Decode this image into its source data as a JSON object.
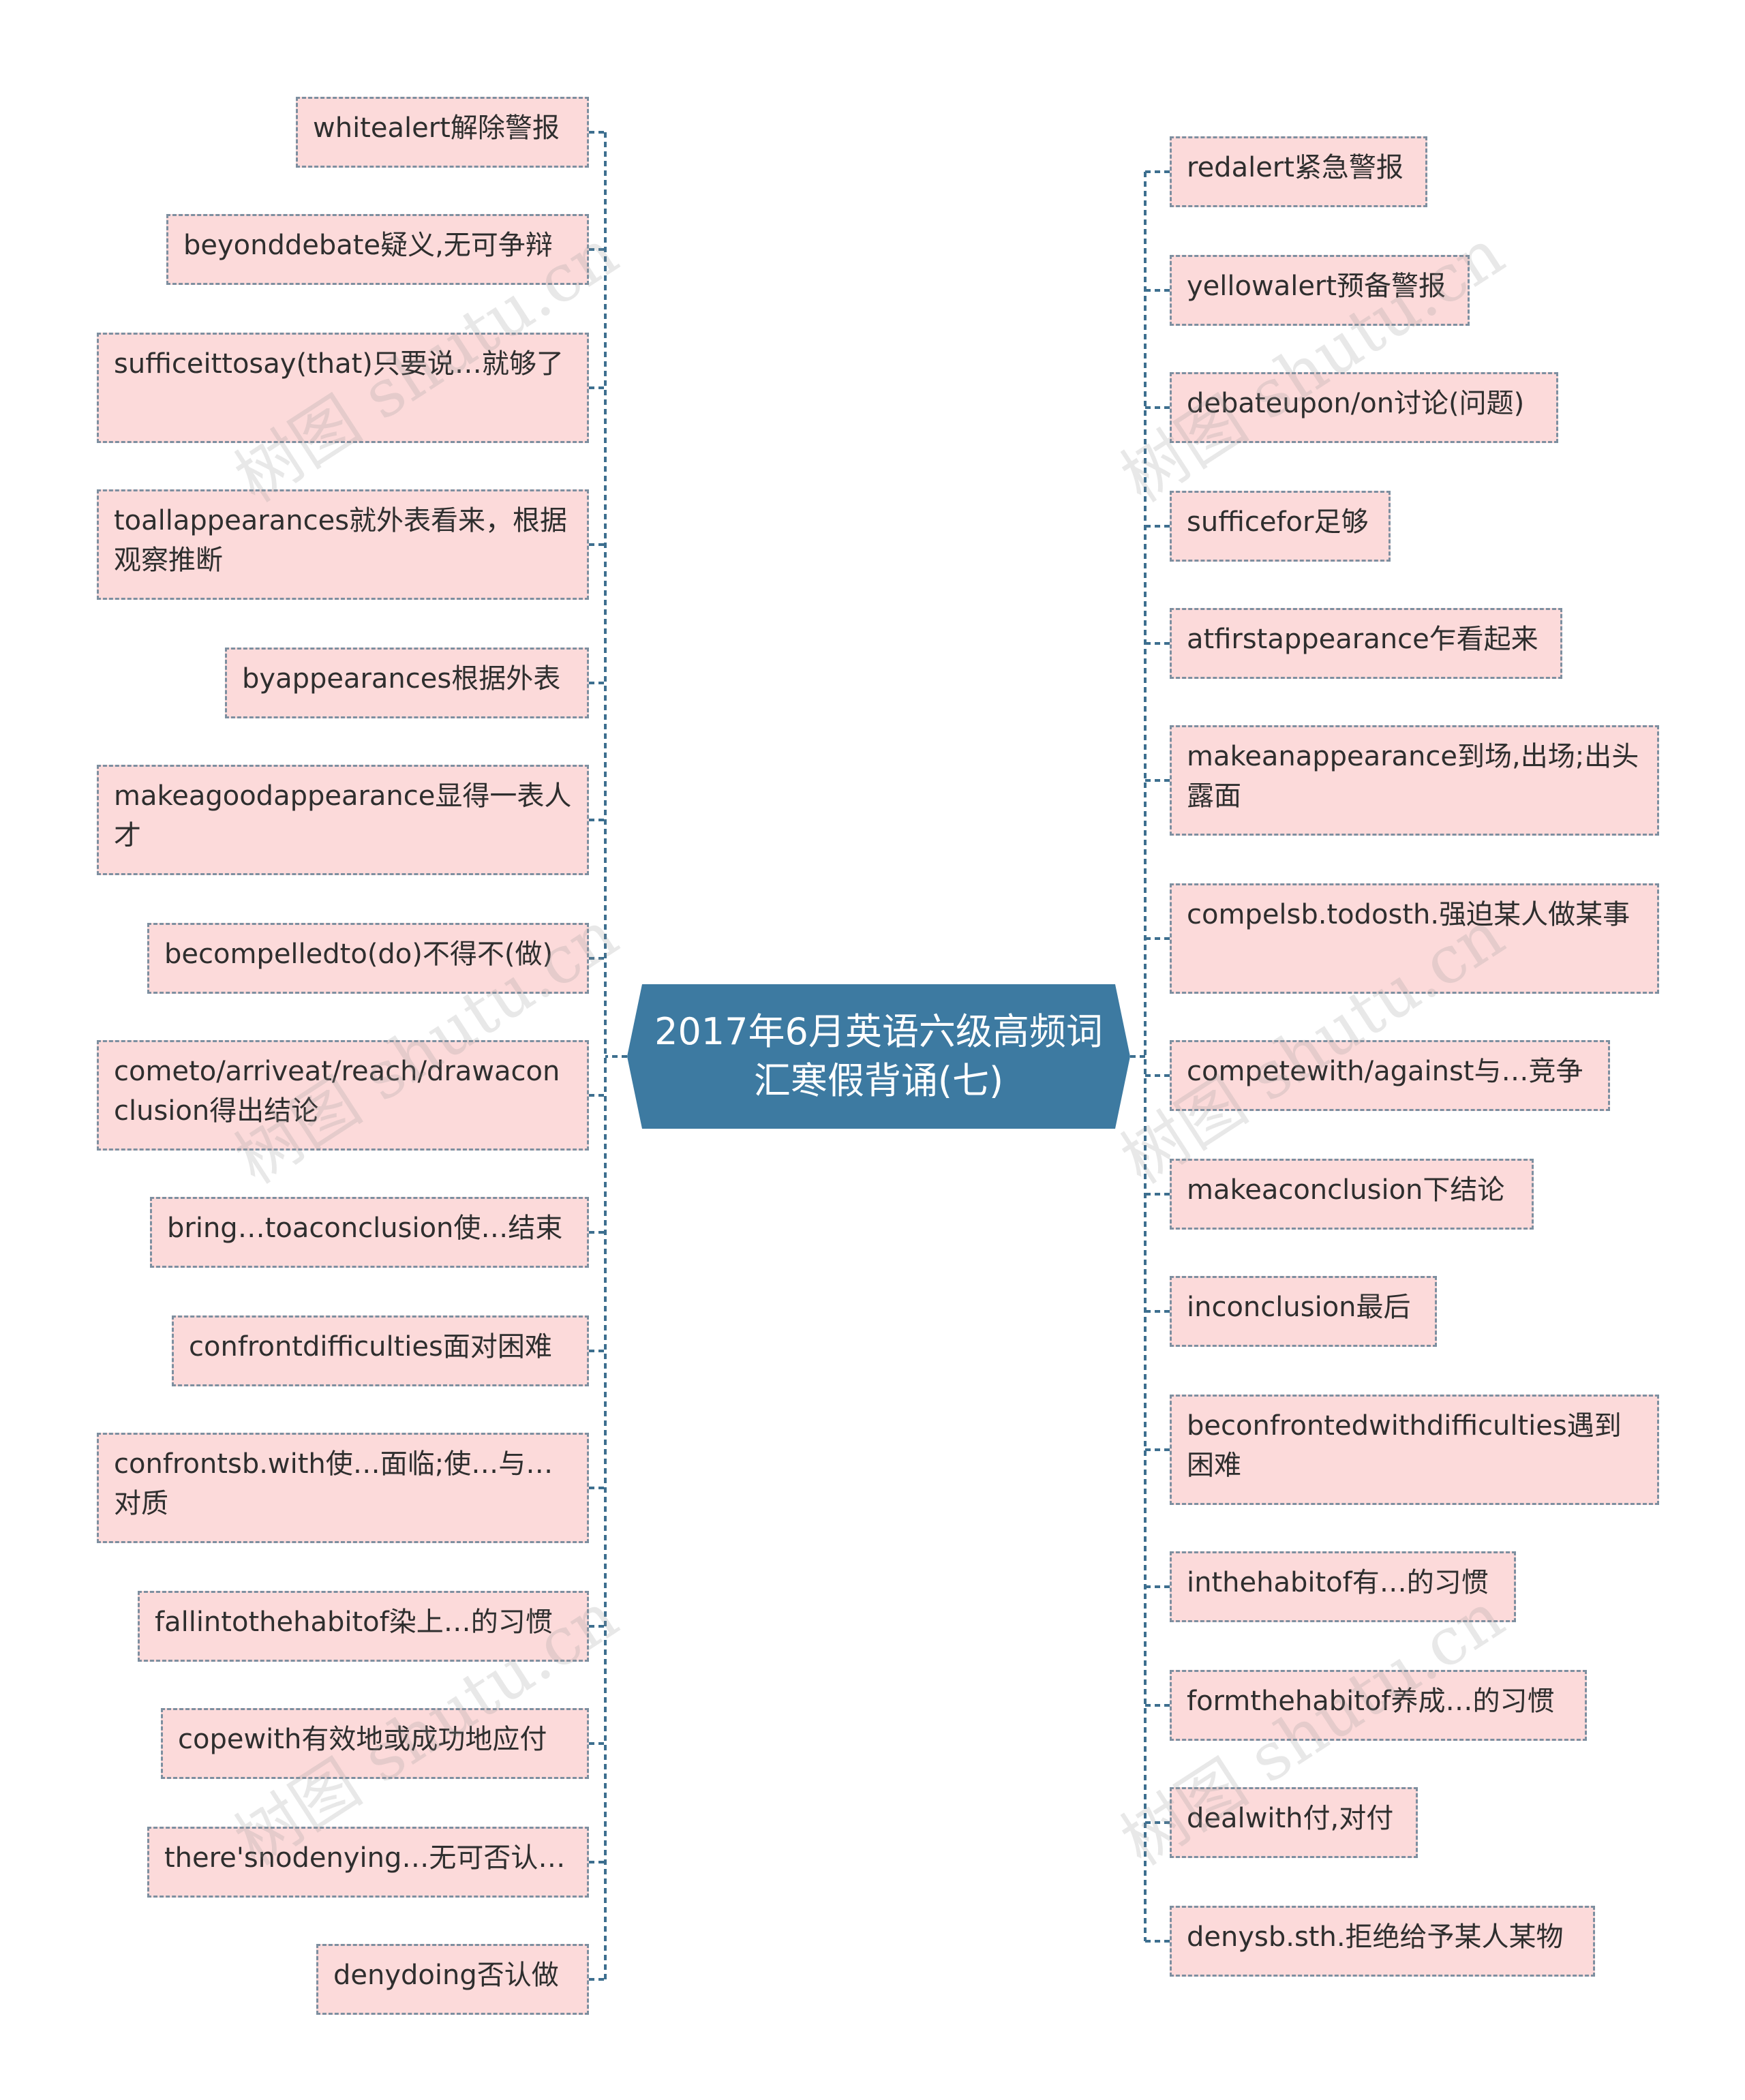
{
  "center": {
    "title": "2017年6月英语六级高频词汇寒假背诵(七)"
  },
  "left_nodes": [
    "whitealert解除警报",
    "beyonddebate疑义,无可争辩",
    "sufficeittosay(that)只要说…就够了",
    "toallappearances就外表看来，根据观察推断",
    "byappearances根据外表",
    "makeagoodappearance显得一表人才",
    "becompelledto(do)不得不(做)",
    "cometo/arriveat/reach/drawaconclusion得出结论",
    "bring…toaconclusion使…结束",
    "confrontdifficulties面对困难",
    "confrontsb.with使…面临;使…与…对质",
    "fallintothehabitof染上…的习惯",
    "copewith有效地或成功地应付",
    "there'snodenying…无可否认…",
    "denydoing否认做"
  ],
  "right_nodes": [
    "redalert紧急警报",
    "yellowalert预备警报",
    "debateupon/on讨论(问题)",
    "sufficefor足够",
    "atfirstappearance乍看起来",
    "makeanappearance到场,出场;出头露面",
    "compelsb.todosth.强迫某人做某事",
    "competewith/against与…竞争",
    "makeaconclusion下结论",
    "inconclusion最后",
    "beconfrontedwithdifficulties遇到困难",
    "inthehabitof有…的习惯",
    "formthehabitof养成…的习惯",
    "dealwith付,对付",
    "denysb.sth.拒绝给予某人某物"
  ],
  "watermark": "树图 shutu.cn",
  "colors": {
    "center_fill": "#3d7aa1",
    "node_fill": "#fcdada",
    "node_border": "#7d8fa0",
    "connector": "#3d6f8f",
    "text": "#2e2e2e"
  }
}
